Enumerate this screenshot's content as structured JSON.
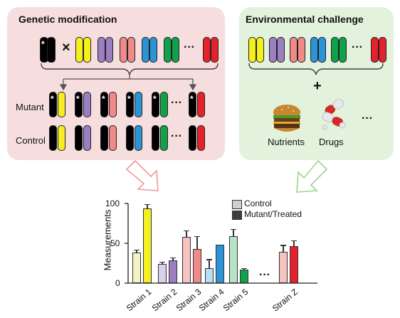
{
  "genetic": {
    "title": "Genetic modification",
    "cross_symbol": "×",
    "dots": "···",
    "mutant_label": "Mutant",
    "control_label": "Control",
    "mutation_marker": "*"
  },
  "environment": {
    "title": "Environmental challenge",
    "dots": "···",
    "plus": "+",
    "nutrients_label": "Nutrients",
    "drugs_label": "Drugs",
    "more": "···"
  },
  "colors": {
    "genetic_panel_bg": "#f7dede",
    "environment_panel_bg": "#e3f2dc",
    "mutant_chromosome": "#000000",
    "yellow": "#f4ef1e",
    "purple": "#9b7fc1",
    "salmon": "#ef8a89",
    "blue": "#2a94d6",
    "green": "#12a04a",
    "red": "#e3222b",
    "arrow_red": "#f09898",
    "arrow_green": "#9fd38a"
  },
  "chart_data": {
    "type": "bar",
    "ylabel": "Measurements",
    "ylim": [
      0,
      100
    ],
    "yticks": [
      "0",
      "50",
      "100"
    ],
    "categories": [
      "Strain 1",
      "Strain 2",
      "Strain 3",
      "Strain 4",
      "Strain 5",
      "Strain Z"
    ],
    "gap_label": "···",
    "legend": {
      "control": "Control",
      "mutant": "Mutant/Treated",
      "position": "top-right"
    },
    "series": [
      {
        "name": "Control",
        "values": [
          38,
          24,
          58,
          19,
          59,
          39
        ],
        "errors": [
          4,
          3,
          8,
          11,
          9,
          9
        ]
      },
      {
        "name": "Mutant/Treated",
        "values": [
          94,
          29,
          43,
          48,
          17,
          46
        ],
        "errors": [
          5,
          3,
          16,
          0,
          2,
          8
        ]
      }
    ],
    "light_colors": [
      "#f5f3c3",
      "#d9d0ea",
      "#f6c3c1",
      "#b8def6",
      "#b8e3c6",
      "#f6c3c1"
    ],
    "dark_colors": [
      "#f4ef1e",
      "#9b7fc1",
      "#ef8a89",
      "#2a94d6",
      "#12a04a",
      "#e3222b"
    ]
  }
}
